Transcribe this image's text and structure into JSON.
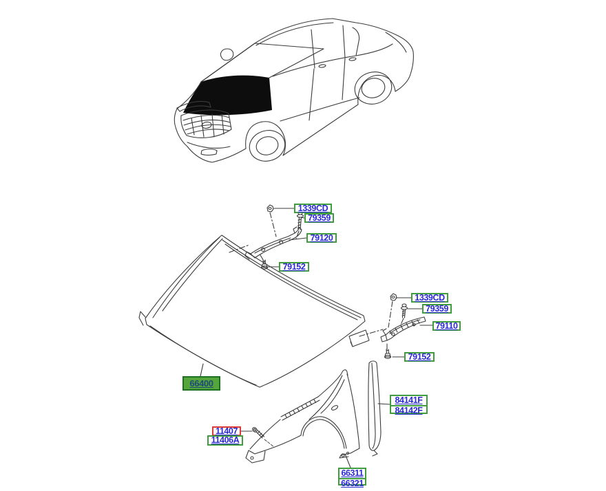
{
  "diagram": {
    "name": "hood-and-fender-parts-diagram",
    "colors": {
      "label_text": "#2a2ad2",
      "green_border": "#3f9c3f",
      "red_border": "#dd3a3a",
      "highlight_fill": "#54a53c",
      "highlight_border": "#1e7022",
      "highlight_text": "#204a78",
      "line_color": "#3b3b3b"
    },
    "labels": {
      "left_hinge_nut": "1339CD",
      "left_hinge_bolt_upper": "79359",
      "left_hinge": "79120",
      "left_hinge_bolt_lower": "79152",
      "right_hinge_nut": "1339CD",
      "right_hinge_bolt_upper": "79359",
      "right_hinge": "79110",
      "right_hinge_bolt_lower": "79152",
      "hood_panel": "66400",
      "fender_strip_upper": "84141F",
      "fender_strip_lower": "84142F",
      "fender_bolt": "11407",
      "fender_bolt_alt": "11406A",
      "fender_panel_upper": "66311",
      "fender_panel_lower": "66321"
    }
  }
}
